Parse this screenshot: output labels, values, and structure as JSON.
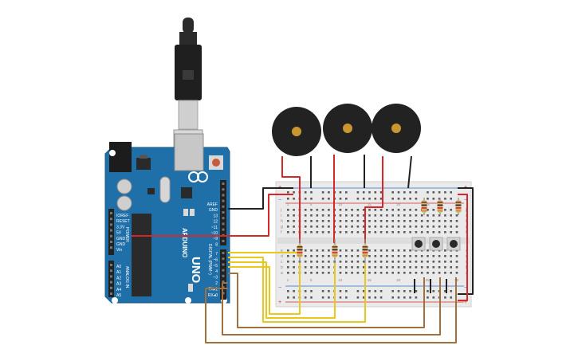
{
  "arduino": {
    "brand": "UNO",
    "model_text": "ARDUINO",
    "power_header": [
      "IOREF",
      "RESET",
      "3.3V",
      "5V",
      "GND",
      "GND",
      "Vin"
    ],
    "analog_header": [
      "A0",
      "A1",
      "A2",
      "A3",
      "A4",
      "A5"
    ],
    "power_title": "POWER",
    "analog_title": "ANALOG IN",
    "digital_top": [
      "AREF",
      "GND",
      "13",
      "12",
      "~11",
      "~10",
      "~9",
      "8"
    ],
    "digital_bottom": [
      "7",
      "~6",
      "~5",
      "4",
      "~3",
      "2",
      "TX▸1",
      "RX◂0"
    ],
    "digital_title": "DIGITAL (PWM~)"
  },
  "breadboard": {
    "rail_plus": "+",
    "rail_minus": "−",
    "row_letters_top": [
      "j",
      "i",
      "h",
      "g",
      "f"
    ],
    "row_letters_bottom": [
      "e",
      "d",
      "c",
      "b",
      "a"
    ],
    "column_numbers": [
      "1",
      "5",
      "10",
      "15",
      "20",
      "25",
      "30"
    ]
  },
  "components": {
    "buzzers": 3,
    "resistors": 6,
    "pushbuttons": 3
  },
  "colors": {
    "board": "#1f6fa8",
    "wire_red": "#d62828",
    "wire_black": "#222222",
    "wire_yellow": "#e8c81a",
    "wire_brown": "#a0713f"
  }
}
